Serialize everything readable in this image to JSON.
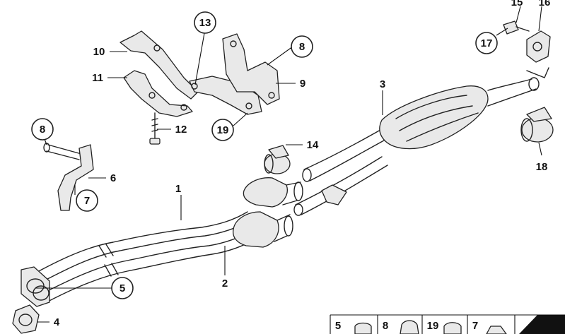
{
  "callouts": [
    {
      "id": "1",
      "label": "1"
    },
    {
      "id": "2",
      "label": "2"
    },
    {
      "id": "3",
      "label": "3"
    },
    {
      "id": "4",
      "label": "4"
    },
    {
      "id": "5",
      "label": "5"
    },
    {
      "id": "6",
      "label": "6"
    },
    {
      "id": "7",
      "label": "7"
    },
    {
      "id": "8a",
      "label": "8"
    },
    {
      "id": "8b",
      "label": "8"
    },
    {
      "id": "9",
      "label": "9"
    },
    {
      "id": "10",
      "label": "10"
    },
    {
      "id": "11",
      "label": "11"
    },
    {
      "id": "12",
      "label": "12"
    },
    {
      "id": "13",
      "label": "13"
    },
    {
      "id": "14",
      "label": "14"
    },
    {
      "id": "15",
      "label": "15"
    },
    {
      "id": "16",
      "label": "16"
    },
    {
      "id": "17",
      "label": "17"
    },
    {
      "id": "18",
      "label": "18"
    },
    {
      "id": "19",
      "label": "19"
    }
  ],
  "legend": [
    {
      "label": "5"
    },
    {
      "label": "8"
    },
    {
      "label": "19"
    },
    {
      "label": "7"
    }
  ]
}
